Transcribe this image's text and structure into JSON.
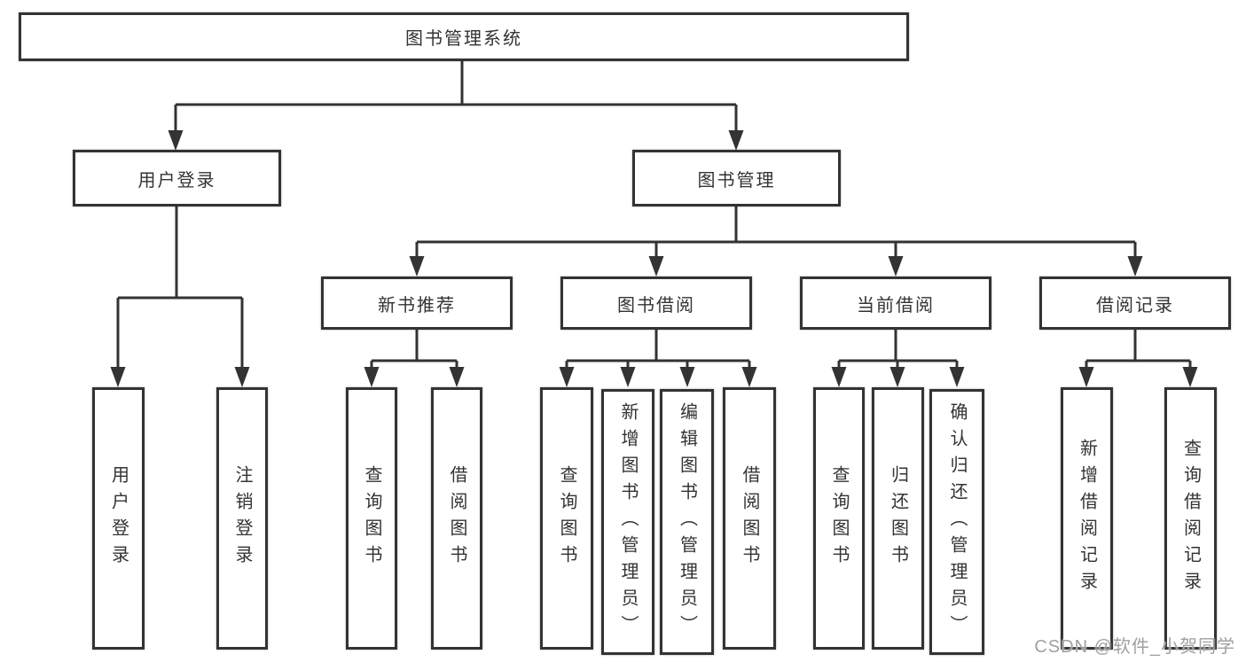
{
  "colors": {
    "background": "#ffffff",
    "line": "#333333",
    "box_border": "#333333",
    "text": "#333333",
    "watermark": "#a0a0a0"
  },
  "nodes": {
    "root": "图书管理系统",
    "user_login": "用户登录",
    "book_management": "图书管理",
    "new_book_recommend": "新书推荐",
    "book_borrowing": "图书借阅",
    "current_borrowing": "当前借阅",
    "borrowing_records": "借阅记录",
    "leaf_user_login": "用户登录",
    "leaf_logout": "注销登录",
    "leaf_nb_query_books": "查询图书",
    "leaf_nb_borrow_books": "借阅图书",
    "leaf_bb_query_books": "查询图书",
    "leaf_bb_add_books": "新增图书（管理员）",
    "leaf_bb_edit_books": "编辑图书（管理员）",
    "leaf_bb_borrow_books": "借阅图书",
    "leaf_cb_query_books": "查询图书",
    "leaf_cb_return_books": "归还图书",
    "leaf_cb_confirm_return": "确认归还（管理员）",
    "leaf_br_add_record": "新增借阅记录",
    "leaf_br_query_record": "查询借阅记录"
  },
  "edges": [
    [
      "root",
      "user_login"
    ],
    [
      "root",
      "book_management"
    ],
    [
      "user_login",
      "leaf_user_login"
    ],
    [
      "user_login",
      "leaf_logout"
    ],
    [
      "book_management",
      "new_book_recommend"
    ],
    [
      "book_management",
      "book_borrowing"
    ],
    [
      "book_management",
      "current_borrowing"
    ],
    [
      "book_management",
      "borrowing_records"
    ],
    [
      "new_book_recommend",
      "leaf_nb_query_books"
    ],
    [
      "new_book_recommend",
      "leaf_nb_borrow_books"
    ],
    [
      "book_borrowing",
      "leaf_bb_query_books"
    ],
    [
      "book_borrowing",
      "leaf_bb_add_books"
    ],
    [
      "book_borrowing",
      "leaf_bb_edit_books"
    ],
    [
      "book_borrowing",
      "leaf_bb_borrow_books"
    ],
    [
      "current_borrowing",
      "leaf_cb_query_books"
    ],
    [
      "current_borrowing",
      "leaf_cb_return_books"
    ],
    [
      "current_borrowing",
      "leaf_cb_confirm_return"
    ],
    [
      "borrowing_records",
      "leaf_br_add_record"
    ],
    [
      "borrowing_records",
      "leaf_br_query_record"
    ]
  ],
  "watermark": {
    "text": "CSDN @软件_小贺同学"
  }
}
